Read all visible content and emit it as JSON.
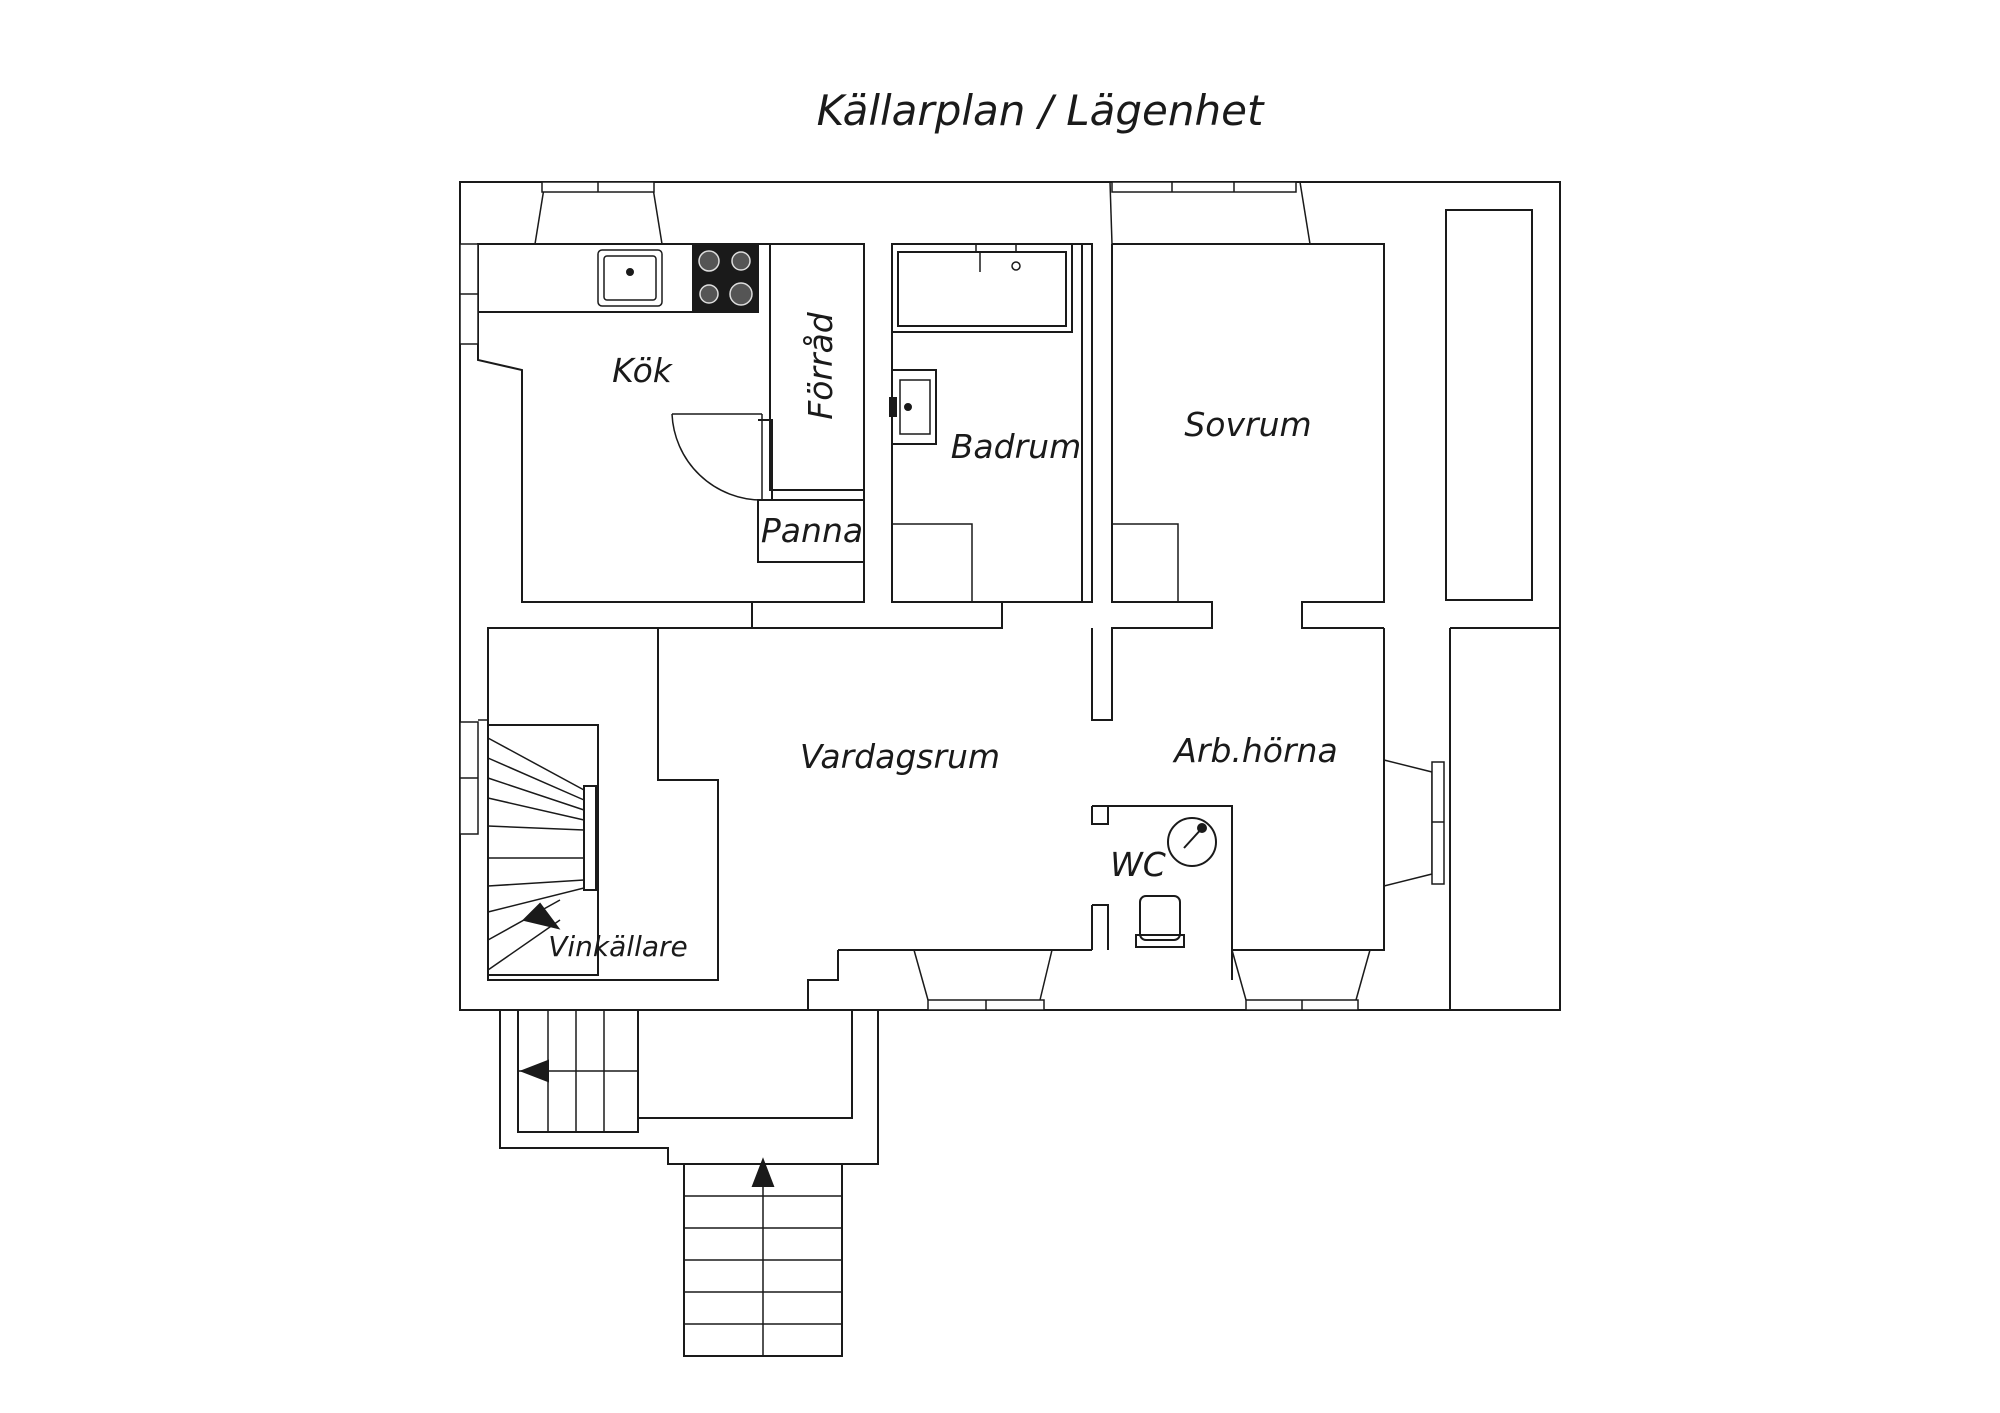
{
  "title": "Källarplan / Lägenhet",
  "rooms": {
    "kitchen": "Kök",
    "storage": "Förråd",
    "boiler": "Panna",
    "bathroom": "Badrum",
    "bedroom": "Sovrum",
    "living_room": "Vardagsrum",
    "work_corner": "Arb.hörna",
    "wc": "WC",
    "wine_cellar": "Vinkällare"
  }
}
